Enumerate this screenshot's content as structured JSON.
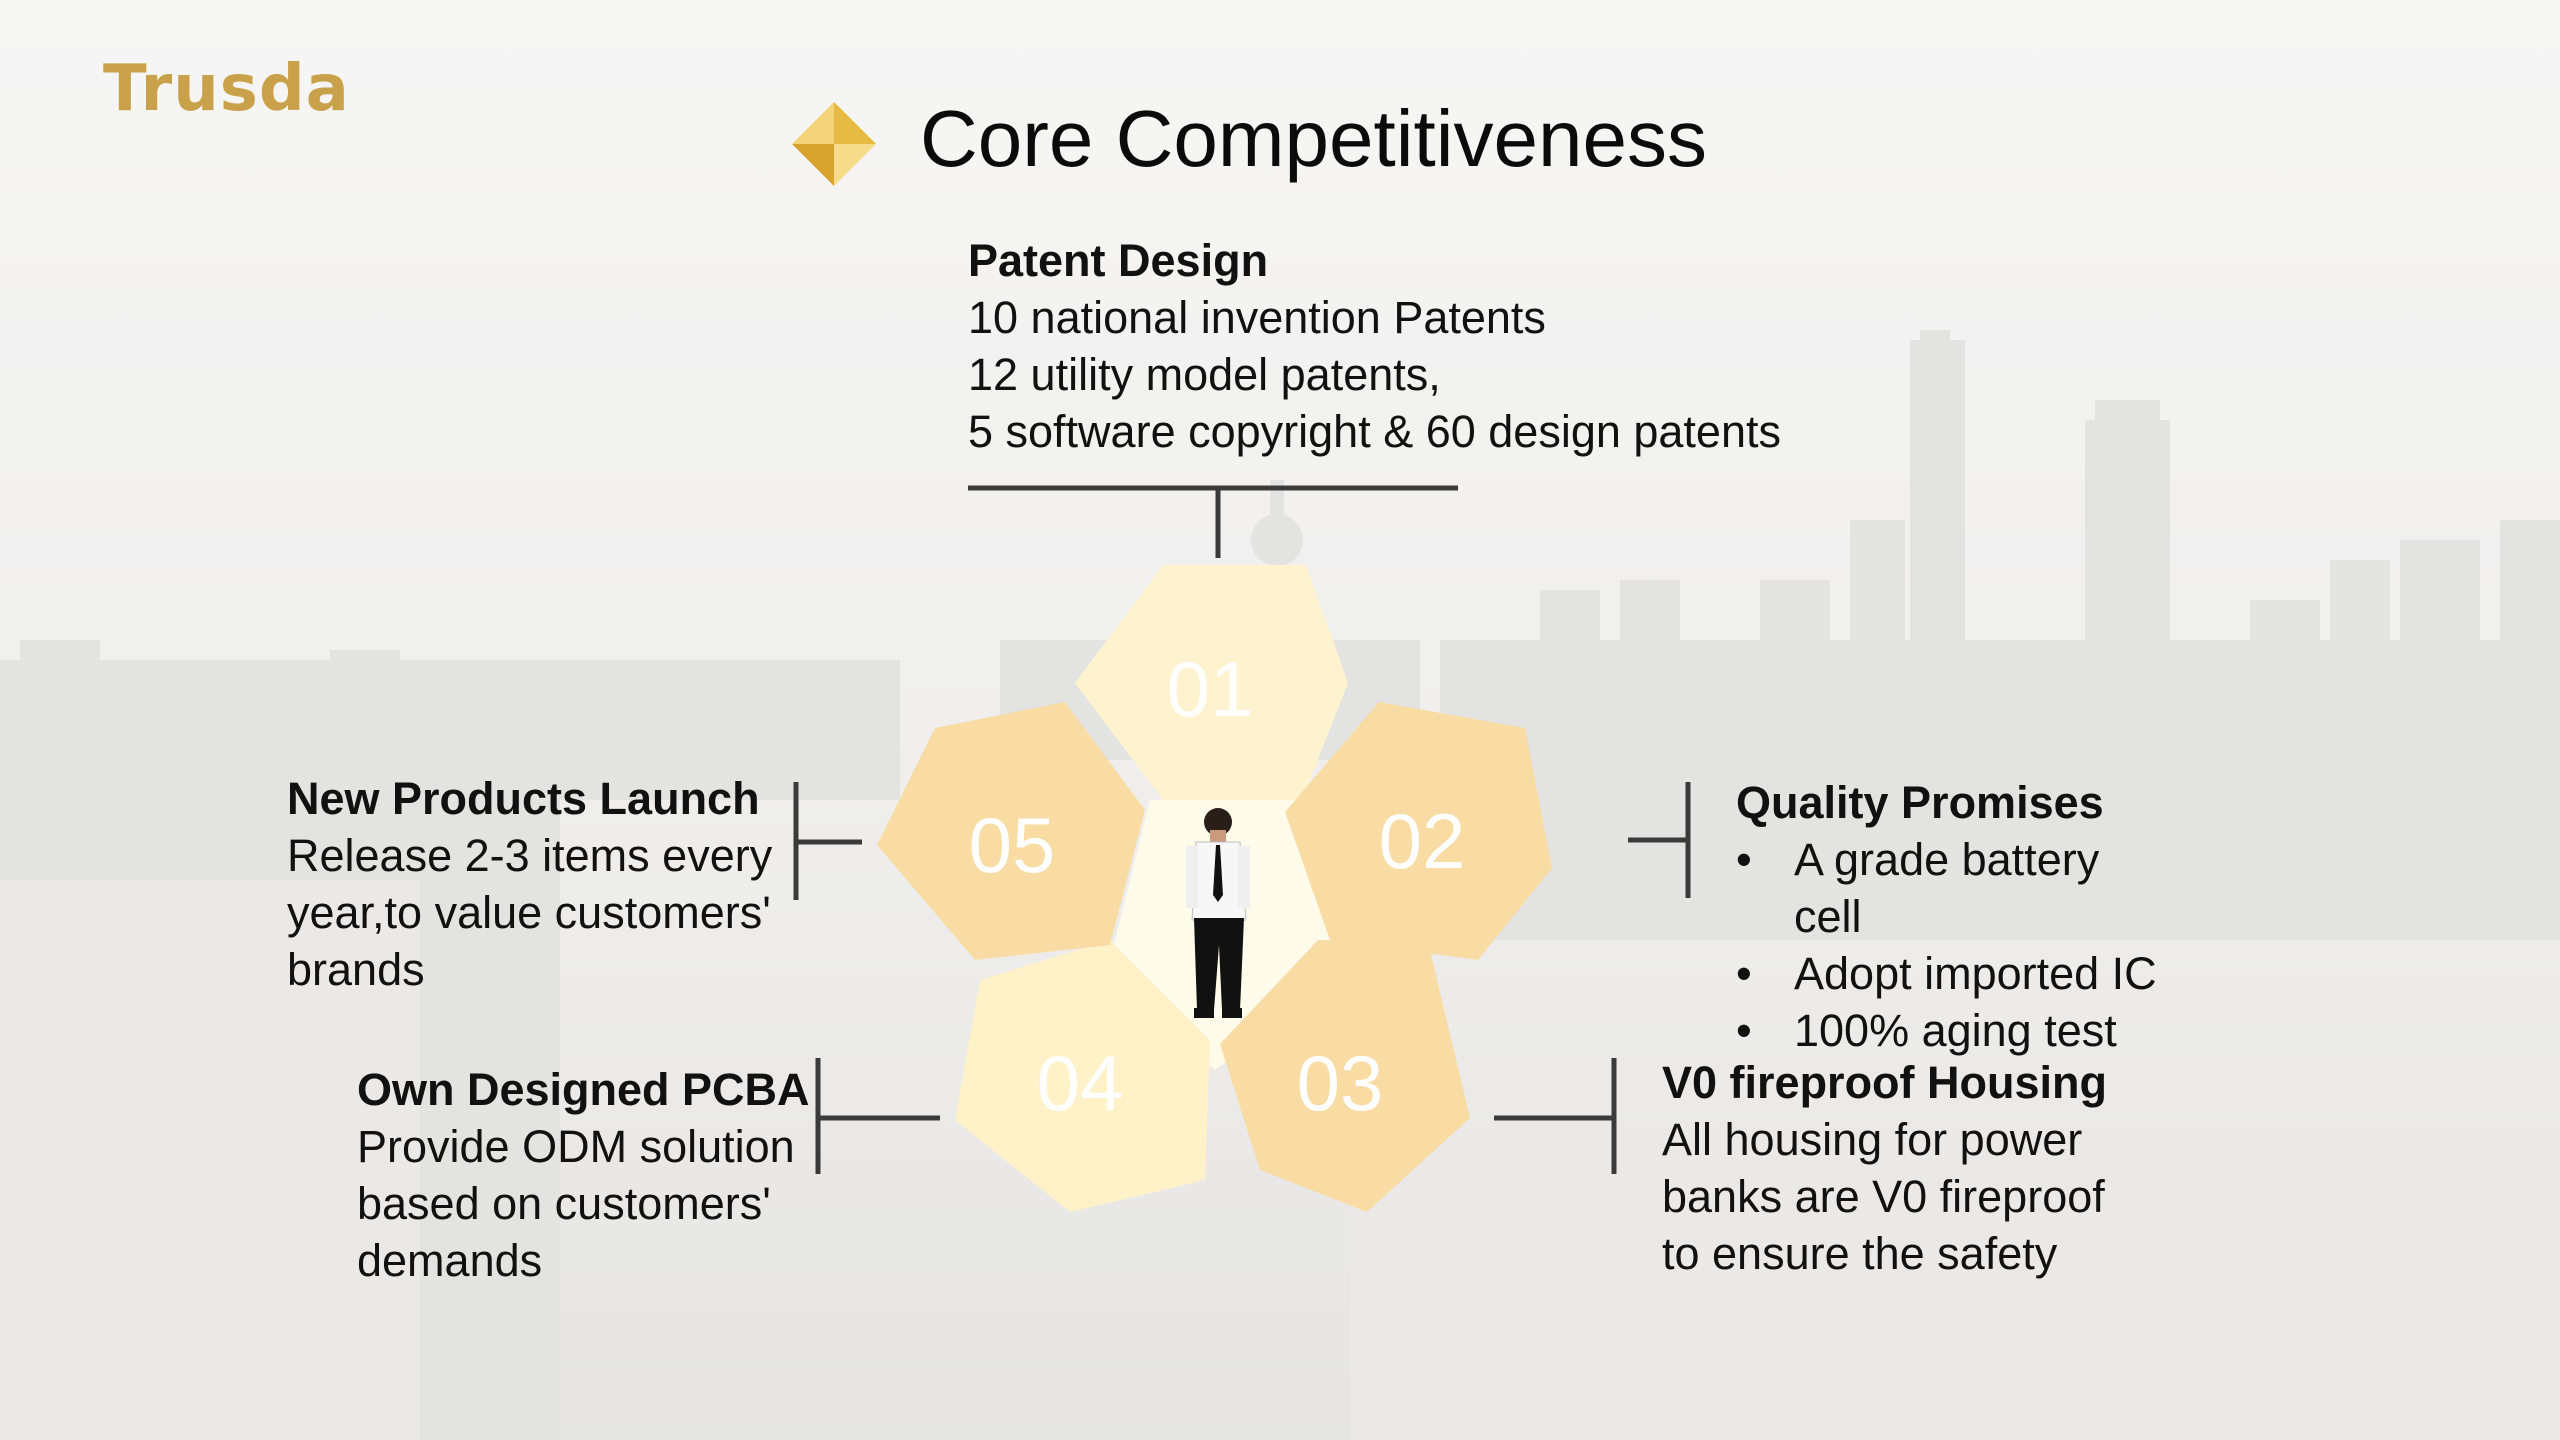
{
  "logo": {
    "text": "Trusda"
  },
  "title": "Core Competitiveness",
  "colors": {
    "gold": "#e2b43a",
    "petal_light": "#fff3cf",
    "petal_dark": "#f9dba4",
    "connector": "#3a3a3a"
  },
  "petals": [
    {
      "num": "01"
    },
    {
      "num": "02"
    },
    {
      "num": "03"
    },
    {
      "num": "04"
    },
    {
      "num": "05"
    }
  ],
  "center_figure": {
    "icon": "businessman-icon"
  },
  "items": {
    "patent": {
      "heading": "Patent Design",
      "lines": [
        "10 national invention Patents",
        "12 utility model patents,",
        "5 software copyright & 60 design patents"
      ]
    },
    "quality": {
      "heading": "Quality Promises",
      "bullets": [
        "A grade battery cell",
        "Adopt imported IC",
        "100% aging test"
      ]
    },
    "housing": {
      "heading": "V0 fireproof Housing",
      "lines": [
        "All housing for power",
        "banks are V0 fireproof",
        "to ensure the safety"
      ]
    },
    "pcba": {
      "heading": "Own Designed PCBA",
      "lines": [
        "Provide ODM solution",
        "based on customers'",
        "demands"
      ]
    },
    "launch": {
      "heading": "New Products Launch",
      "lines": [
        "Release 2-3 items every",
        "year,to value customers'",
        "brands"
      ]
    }
  }
}
